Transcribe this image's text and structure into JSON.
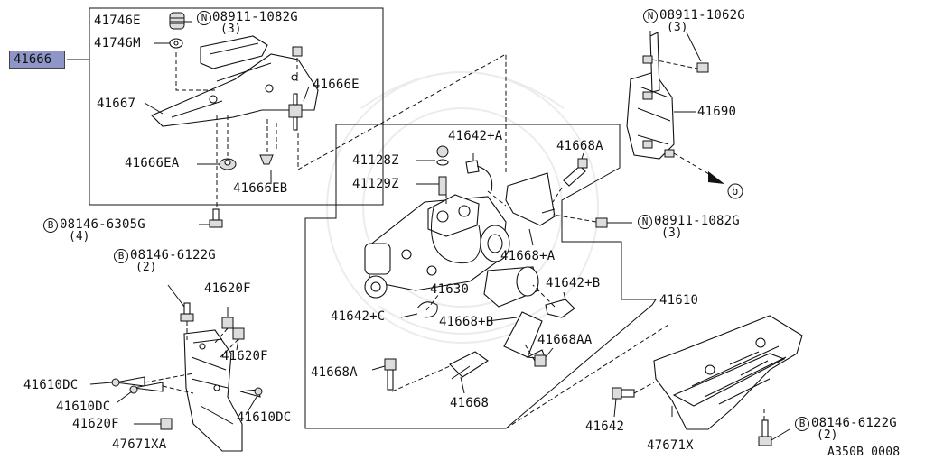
{
  "labels": {
    "p41666": "41666",
    "p41746E": "41746E",
    "p41746M": "41746M",
    "p41667": "41667",
    "p41666E": "41666E",
    "p41666EA": "41666EA",
    "p41666EB": "41666EB",
    "nut_top_left": "08911-1082G",
    "nut_top_left_qty": "(3)",
    "bolt_left": "08146-6305G",
    "bolt_left_qty": "(4)",
    "bolt_mid_left": "08146-6122G",
    "bolt_mid_left_qty": "(2)",
    "p41620F_a": "41620F",
    "p41620F_b": "41620F",
    "p41620F_c": "41620F",
    "p41610DC_a": "41610DC",
    "p41610DC_b": "41610DC",
    "p41610DC_c": "41610DC",
    "p47671XA": "47671XA",
    "p41128Z": "41128Z",
    "p41129Z": "41129Z",
    "p41642A": "41642+A",
    "p41668A": "41668A",
    "p41668plusA": "41668+A",
    "p41630": "41630",
    "p41642B": "41642+B",
    "p41642C": "41642+C",
    "p41668B": "41668+B",
    "p41668AA": "41668AA",
    "p41668A_b": "41668A",
    "p41668": "41668",
    "p41610": "41610",
    "nut_mid_right": "08911-1082G",
    "nut_mid_right_qty": "(3)",
    "nut_top_right": "08911-1062G",
    "nut_top_right_qty": "(3)",
    "p41690": "41690",
    "ref_b": "b",
    "p41642": "41642",
    "p47671X": "47671X",
    "bolt_right": "08146-6122G",
    "bolt_right_qty": "(2)",
    "diagram_code": "A350B 0008"
  },
  "symbols": {
    "nut": "N",
    "bolt": "B"
  }
}
